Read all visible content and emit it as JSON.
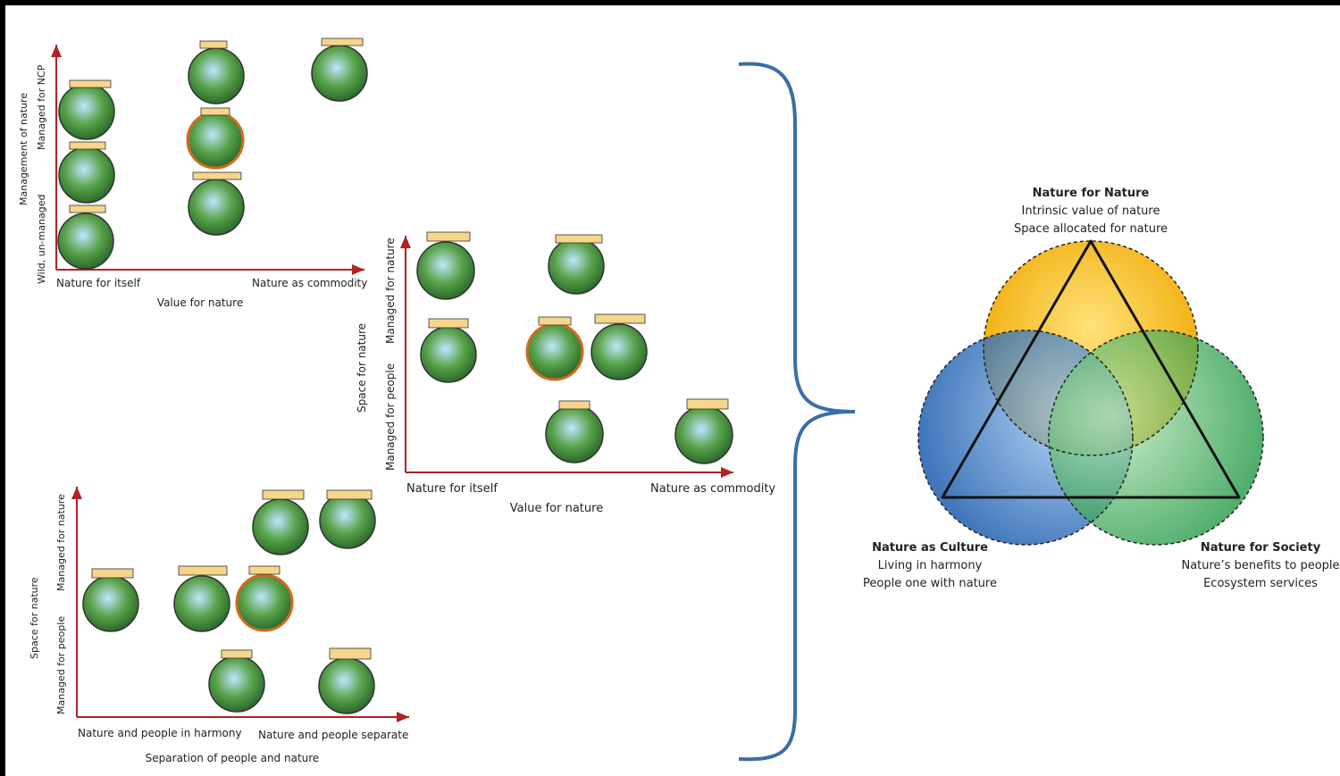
{
  "plots": [
    {
      "id": "top-left",
      "xlabel": "Value for nature",
      "ylabel": "Management of nature",
      "x_ticks": [
        "Nature for itself",
        "Nature as commodity"
      ],
      "y_ticks": [
        "Wild, un-managed",
        "Managed for NCP"
      ]
    },
    {
      "id": "middle",
      "xlabel": "Value for nature",
      "ylabel": "Space for nature",
      "x_ticks": [
        "Nature for itself",
        "Nature as commodity"
      ],
      "y_ticks": [
        "Managed for people",
        "Managed for nature"
      ]
    },
    {
      "id": "bottom-left",
      "xlabel": "Separation of people and nature",
      "ylabel": "Space for nature",
      "x_ticks": [
        "Nature and people in harmony",
        "Nature and people separate"
      ],
      "y_ticks": [
        "Managed for people",
        "Managed for nature"
      ]
    }
  ],
  "venn": {
    "top": {
      "title": "Nature for Nature",
      "line1": "Intrinsic value of nature",
      "line2": "Space allocated for nature",
      "color": "#F5B800"
    },
    "left": {
      "title": "Nature as Culture",
      "line1": "Living in harmony",
      "line2": "People one with nature",
      "color": "#1565C0"
    },
    "right": {
      "title": "Nature for Society",
      "line1": "Nature’s benefits to people",
      "line2": "Ecosystem services",
      "color": "#21A84A"
    }
  },
  "colors": {
    "axis": "#B22222",
    "bracket": "#3A6EA5"
  }
}
